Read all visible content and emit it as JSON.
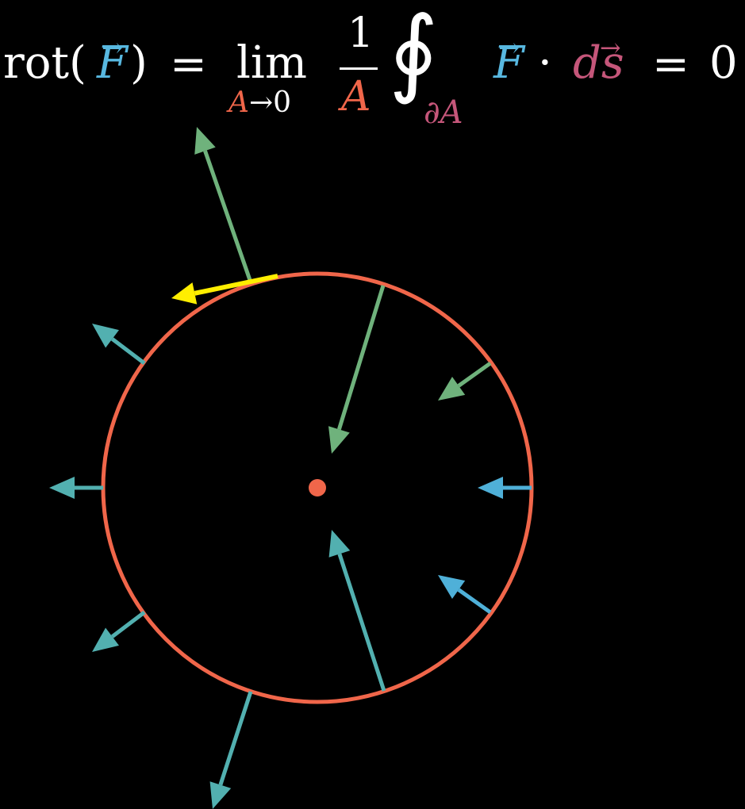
{
  "formula": {
    "rot": "rot(",
    "F1": "F",
    "close_paren": ")",
    "equals1": "=",
    "lim": "lim",
    "lim_sub_A": "A",
    "lim_sub_rest": "→0",
    "numerator": "1",
    "denominator": "A",
    "oint": "∮",
    "boundary": "∂A",
    "F2": "F",
    "dot": "·",
    "ds": "ds",
    "equals2": "=",
    "zero": "0",
    "vec_arrow": "→"
  },
  "colors": {
    "background": "#000000",
    "circle": "#f0664a",
    "center_dot": "#f0664a",
    "field_blue": "#4fb0d8",
    "field_green": "#6fb27c",
    "field_teal": "#52b0b0",
    "tangent": "#ffee00",
    "F_color": "#58b8e0",
    "ds_color": "#c5567a",
    "A_color": "#f0664a",
    "text": "#ffffff"
  },
  "diagram": {
    "arrows": [
      {
        "name": "field-arrow-top",
        "color": "field_green"
      },
      {
        "name": "field-arrow-top-right",
        "color": "field_green"
      },
      {
        "name": "field-arrow-right-upper",
        "color": "field_green"
      },
      {
        "name": "field-arrow-right",
        "color": "field_blue"
      },
      {
        "name": "field-arrow-right-lower",
        "color": "field_blue"
      },
      {
        "name": "field-arrow-bottom-right",
        "color": "field_teal"
      },
      {
        "name": "field-arrow-bottom",
        "color": "field_teal"
      },
      {
        "name": "field-arrow-bottom-left",
        "color": "field_teal"
      },
      {
        "name": "field-arrow-left",
        "color": "field_teal"
      },
      {
        "name": "field-arrow-upper-left",
        "color": "field_teal"
      },
      {
        "name": "tangent-arrow",
        "color": "tangent"
      }
    ]
  }
}
